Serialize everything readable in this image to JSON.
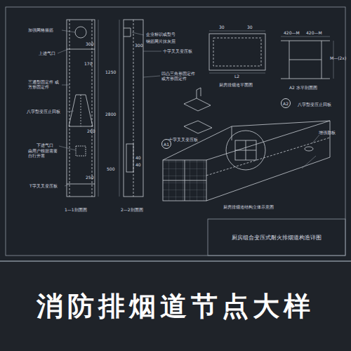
{
  "diagram": {
    "nodes": [
      {
        "text": [
          "A1"
        ]
      },
      {
        "text": [
          "A2"
        ]
      },
      {
        "text": [
          "厨房组合变压式耐火排烟道构造详图"
        ]
      },
      {
        "text": [
          "消防排烟道节点大样"
        ]
      }
    ],
    "labels": [
      "加强网格箍筋",
      "上进气口",
      "三通型固定件 或方形固定件",
      "八字型变压止回板",
      "下进气口",
      "由用户根据需要自行开凿",
      "T字叉叉变压板",
      "300",
      "170",
      "260",
      "250",
      "1—1剖面图",
      "企业标识或型号",
      "钢筋网片抹灰层",
      "300",
      "1250",
      "2800",
      "500",
      "40",
      "40",
      "2—2剖面图",
      "十字叉叉变压板",
      "凹凸三角形固定件 或方形固定件",
      "十字叉叉变压板",
      "30",
      "30",
      "L2",
      "厨房排烟道平面图",
      "420—M",
      "420—M",
      "M—(2x)",
      "A2 水平剖面图",
      "八字型变压止回板",
      "增强肋板",
      "厨房排烟道结构立体示意图"
    ]
  }
}
